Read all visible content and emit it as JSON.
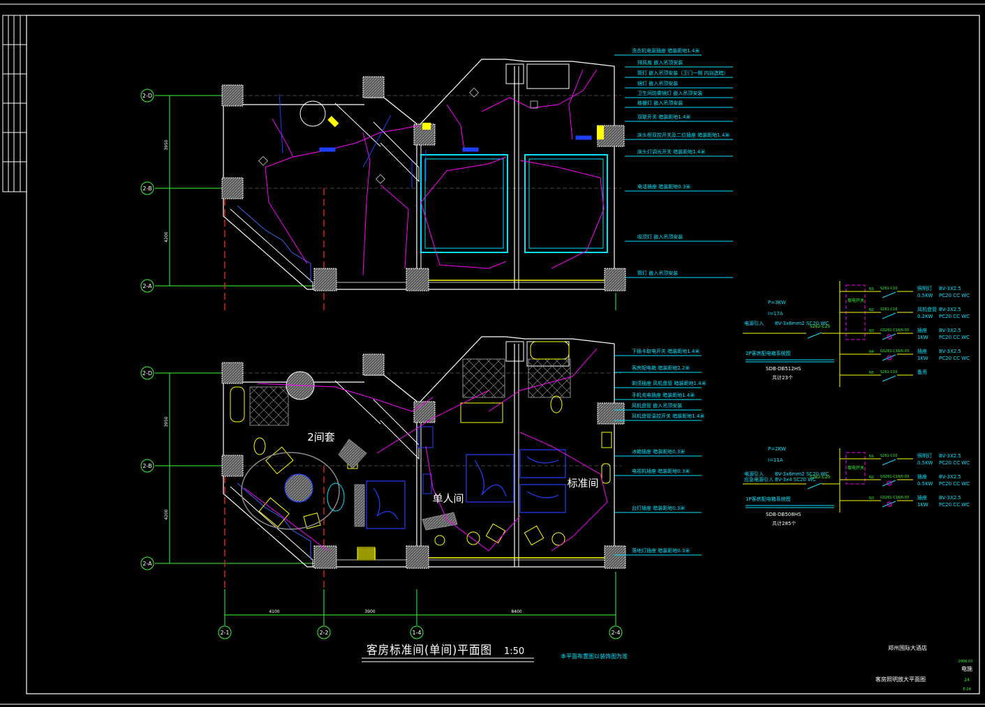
{
  "drawing": {
    "title": "客房标准间(单间)平面图",
    "scale": "1:50",
    "note": "本平面布置图以装饰图为准",
    "rooms": [
      "2间套",
      "单人间",
      "标准间"
    ]
  },
  "grid": {
    "rows": [
      "2-D",
      "2-B",
      "2-A"
    ],
    "cols": [
      "2-1",
      "2-2",
      "1-4",
      "2-4"
    ],
    "row_dims": [
      "3950",
      "4200"
    ],
    "col_dims": [
      "4100",
      "3900",
      "8400"
    ]
  },
  "upper_labels": [
    "洗衣机电源插座 暗装距地1.4米",
    "排风扇  嵌入吊顶安装",
    "筒灯  嵌入吊顶安装（卫门一侧 内自选暗）",
    "镜灯  嵌入吊顶安装",
    "卫生间防雾镜灯 嵌入吊顶安装",
    "格栅灯  嵌入吊顶安装",
    "双联开关 暗装距地1.4米",
    "床头柜双控开关及二位插座 暗装距地1.4米",
    "床头灯调光开关 暗装距地1.4米",
    "电话插座 暗装距地0.3米",
    "吸顶灯  嵌入吊顶安装",
    "筒灯  嵌入吊顶安装"
  ],
  "lower_labels": [
    "下插卡取电开关 暗装距地1.4米",
    "客房配电箱 暗装距地2.2米",
    "剃须插座 风机盘管 暗装距地1.4米",
    "手机充电插座 暗装距地1.4米",
    "风机盘管  嵌入吊顶安装",
    "风机盘管温控开关 暗装距地1.4米",
    "冰箱插座 暗装距地0.3米",
    "电视机插座 暗装距地0.3米",
    "台灯插座 暗装距地0.3米",
    "落地灯插座 暗装距地0.3米"
  ],
  "panel_2p": {
    "power": "P=3KW",
    "current": "I=17A",
    "feed": "电源引入",
    "feed_cable": "BV-3x6mm2 SC20 WC",
    "main_breaker": "S262-C25",
    "card_switch": "取电开关",
    "title": "2P客房配电箱系统图",
    "model": "SDB-DB512HS",
    "count": "共计23个",
    "circuits": [
      {
        "id": "N1",
        "breaker": "S261-C10",
        "load": "照明灯",
        "power": "0.5KW",
        "cable": "BV-3X2.5",
        "conduit": "PC20 CC WC"
      },
      {
        "id": "N2",
        "breaker": "S261-C16",
        "load": "风机盘管",
        "power": "0.2KW",
        "cable": "BV-3X2.5",
        "conduit": "PC20 CC WC"
      },
      {
        "id": "N3",
        "breaker": "GS261-C16/0.03",
        "load": "插座",
        "power": "1KW",
        "cable": "BV-3X2.5",
        "conduit": "PC20 CC WC"
      },
      {
        "id": "N4",
        "breaker": "GS261-C16/0.03",
        "load": "插座",
        "power": "1KW",
        "cable": "BV-3X2.5",
        "conduit": "PC20 CC WC"
      },
      {
        "id": "N5",
        "breaker": "S261-C10",
        "load": "备用",
        "power": "",
        "cable": "",
        "conduit": ""
      }
    ]
  },
  "panel_1p": {
    "power": "P=2KW",
    "current": "I=11A",
    "feed": "电源引入",
    "feed2": "应急电源引入",
    "feed_cable": "BV-3x6mm2 SC20 WC",
    "feed_cable2": "BV-3x4 SC20 WC",
    "main_breaker": "S262-C20",
    "card_switch": "取电开关",
    "title": "1P客房配电箱系统图",
    "model": "SDB-DB508HS",
    "count": "共计285个",
    "circuits": [
      {
        "id": "N1",
        "breaker": "S261-C10",
        "load": "照明灯",
        "power": "0.5KW",
        "cable": "BV-3X2.5",
        "conduit": "PC20 CC WC"
      },
      {
        "id": "N2",
        "breaker": "GS261-C16/0.03",
        "load": "插座",
        "power": "0.5KW",
        "cable": "BV-3X2.5",
        "conduit": "PC20 CC WC"
      },
      {
        "id": "N3",
        "breaker": "GS261-C16/0.03",
        "load": "插座",
        "power": "1KW",
        "cable": "BV-3X2.5",
        "conduit": "PC20 CC WC"
      }
    ]
  },
  "title_block": {
    "project": "郑州国际大酒店",
    "sheet": "客房照明放大平面图",
    "date": "2006.03",
    "discipline": "电施",
    "number": "24",
    "code": "E-24"
  },
  "colors": {
    "wall": "#ffffff",
    "grid": "#33ff33",
    "axis": "#ff2020",
    "wiring": "#ff00ff",
    "fixture": "#00e5ff",
    "furniture": "#ffff00",
    "bed": "#2030ff"
  }
}
